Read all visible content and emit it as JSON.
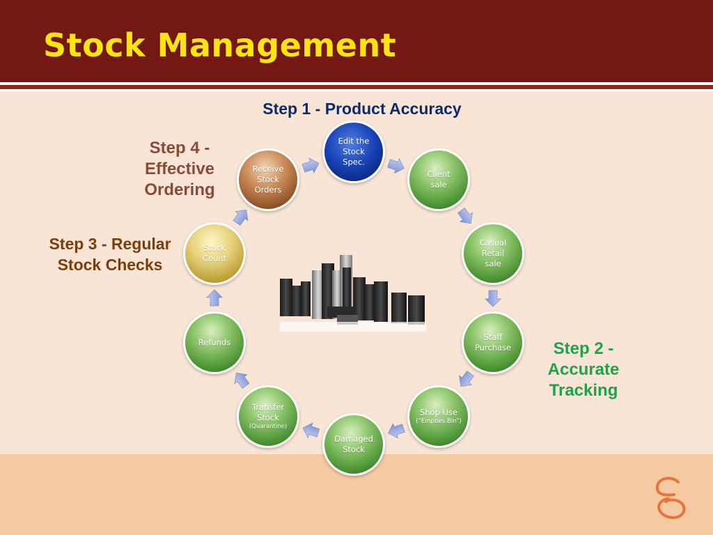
{
  "slide": {
    "title": "Stock Management"
  },
  "steps": {
    "step1": "Step 1 - Product Accuracy",
    "step2": [
      "Step 2 -",
      "Accurate",
      "Tracking"
    ],
    "step3": [
      "Step 3 - Regular",
      "Stock Checks"
    ],
    "step4": [
      "Step 4 -",
      "Effective",
      "Ordering"
    ]
  },
  "cycle": {
    "nodes": [
      {
        "name": "node-edit-stock-spec",
        "lines": [
          "Edit the",
          "Stock",
          "Spec."
        ],
        "sub": "",
        "color": "blue"
      },
      {
        "name": "node-client-sale",
        "lines": [
          "Client",
          "sale"
        ],
        "sub": "",
        "color": "green"
      },
      {
        "name": "node-casual-retail-sale",
        "lines": [
          "Casual",
          "Retail",
          "sale"
        ],
        "sub": "",
        "color": "green"
      },
      {
        "name": "node-staff-purchase",
        "lines": [
          "Staff",
          "Purchase"
        ],
        "sub": "",
        "color": "green"
      },
      {
        "name": "node-shop-use",
        "lines": [
          "Shop Use"
        ],
        "sub": "(“Empties Bin”)",
        "color": "green"
      },
      {
        "name": "node-damaged-stock",
        "lines": [
          "Damaged",
          "Stock"
        ],
        "sub": "",
        "color": "green"
      },
      {
        "name": "node-transfer-stock",
        "lines": [
          "Transfer",
          "Stock"
        ],
        "sub": "(Quarantine)",
        "color": "green"
      },
      {
        "name": "node-refunds",
        "lines": [
          "Refunds"
        ],
        "sub": "",
        "color": "green"
      },
      {
        "name": "node-stock-count",
        "lines": [
          "Stock",
          "Count"
        ],
        "sub": "",
        "color": "gold"
      },
      {
        "name": "node-receive-stock-orders",
        "lines": [
          "Receive",
          "Stock",
          "Orders"
        ],
        "sub": "",
        "color": "bronze"
      }
    ]
  },
  "colors": {
    "header": "#731812",
    "title": "#ffe414",
    "background": "#f8e5d5",
    "footer": "#f5caa3",
    "step1": "#0c2a6b",
    "step2": "#1ea34a",
    "step3": "#7a3d0e",
    "step4": "#8a4a38",
    "arrow": "#8f9fd6",
    "logo": "#e8743b"
  },
  "icons": {
    "logo": "swirl-s-logo",
    "product_image": "hair-product-bottles-illustration",
    "arrow": "chevron-right-arrow"
  }
}
